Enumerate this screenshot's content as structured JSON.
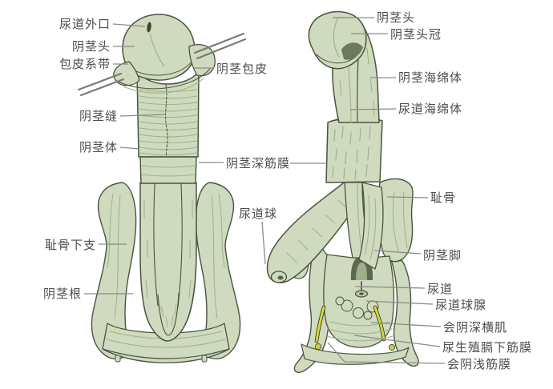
{
  "diagram": {
    "kind": "anatomical-illustration",
    "subject": "male penis anatomy, two dissection views with callout labels",
    "background": "#ffffff"
  },
  "colors": {
    "body_green": "#cfdabf",
    "shade_green": "#9db387",
    "outline_green": "#4a5440",
    "nerve_yellow": "#ddd93b",
    "leader_line": "#8a8a8a",
    "label_text": "#4d4d4d"
  },
  "labels": [
    {
      "text": "尿道外口"
    },
    {
      "text": "阴茎头"
    },
    {
      "text": "包皮系带"
    },
    {
      "text": "阴茎包皮"
    },
    {
      "text": "阴茎缝"
    },
    {
      "text": "阴茎体"
    },
    {
      "text": "阴茎深筋膜"
    },
    {
      "text": "耻骨下支"
    },
    {
      "text": "阴茎根"
    },
    {
      "text": "尿道球"
    },
    {
      "text": "阴茎头"
    },
    {
      "text": "阴茎头冠"
    },
    {
      "text": "阴茎海绵体"
    },
    {
      "text": "尿道海绵体"
    },
    {
      "text": "耻骨"
    },
    {
      "text": "阴茎脚"
    },
    {
      "text": "尿道"
    },
    {
      "text": "尿道球腺"
    },
    {
      "text": "会阴深横肌"
    },
    {
      "text": "尿生殖膈下筋膜"
    },
    {
      "text": "会阴浅筋膜"
    }
  ]
}
